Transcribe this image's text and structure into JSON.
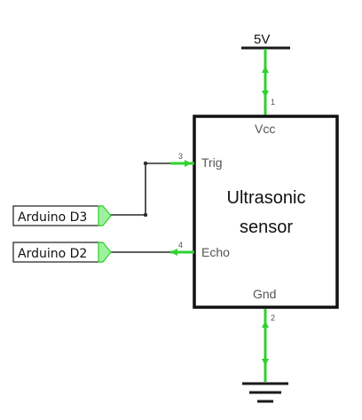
{
  "power": {
    "label": "5V"
  },
  "ground": {
    "symbol": "ground-symbol"
  },
  "sensor": {
    "title_line1": "Ultrasonic",
    "title_line2": "sensor",
    "pins": {
      "vcc": {
        "name": "Vcc",
        "number": "1"
      },
      "gnd": {
        "name": "Gnd",
        "number": "2"
      },
      "trig": {
        "name": "Trig",
        "number": "3"
      },
      "echo": {
        "name": "Echo",
        "number": "4"
      }
    }
  },
  "net_labels": {
    "d3": "Arduino D3",
    "d2": "Arduino D2"
  },
  "colors": {
    "pin": "#2fd12f",
    "wire": "#2b2b2b",
    "outline": "#111111",
    "flag_tip": "#9ef19e"
  }
}
